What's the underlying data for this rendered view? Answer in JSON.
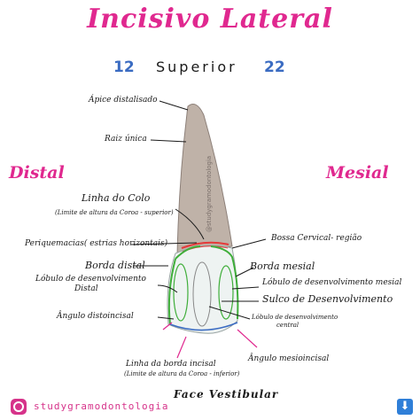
{
  "title": "Incisivo Lateral",
  "tooth_left_number": "12",
  "tooth_label": "Superior",
  "tooth_right_number": "22",
  "side_left": "Distal",
  "side_right": "Mesial",
  "labels": {
    "apice": "Ápice distalisado",
    "raiz": "Raiz única",
    "linha_colo": "Linha do Colo",
    "linha_colo_sub": "(Limite de altura da Coroa - superior)",
    "periquemacias": "Periquemacias( estrias horizontais)",
    "bossa": "Bossa Cervical- região",
    "borda_distal": "Borda distal",
    "borda_mesial": "Borda mesial",
    "lobulo_distal_1": "Lóbulo de desenvolvimento",
    "lobulo_distal_2": "Distal",
    "lobulo_mesial": "Lóbulo de desenvolvimento mesial",
    "sulco": "Sulco de Desenvolvimento",
    "lobulo_central_1": "Lóbulo de desenvolvimento",
    "lobulo_central_2": "central",
    "angulo_disto": "Ângulo distoincisal",
    "linha_borda": "Linha da borda incisal",
    "linha_borda_sub": "(Limite de altura da Coroa - inferior)",
    "angulo_mesio": "Ângulo mesioincisal"
  },
  "watermark": "@studygramodontologia",
  "footer": "Face Vestibular",
  "handle": "studygramodontologia",
  "colors": {
    "accent": "#e0288f",
    "number_blue": "#3b6cc2",
    "green_outline": "#3fae3a",
    "red_outline": "#e53a3a",
    "blue_outline": "#3b6cc2",
    "root": "#bfb2a8",
    "crown": "#eef3f2"
  }
}
